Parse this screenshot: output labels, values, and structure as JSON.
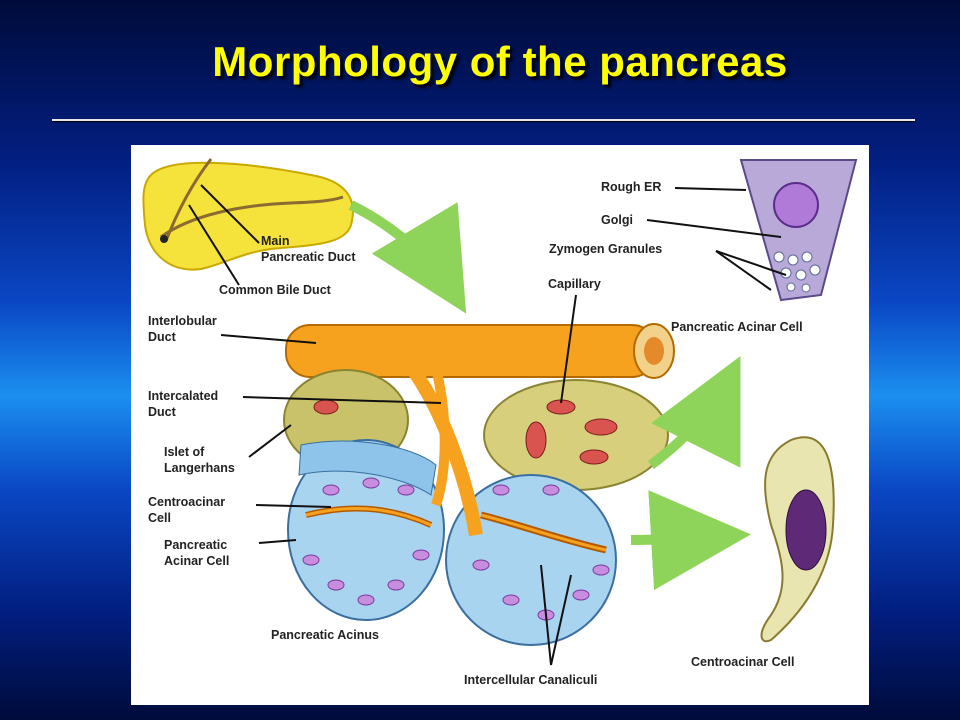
{
  "slide": {
    "title": "Morphology of the pancreas"
  },
  "diagram": {
    "labels": {
      "main_duct": [
        "Main",
        "Pancreatic Duct"
      ],
      "common_bile_duct": "Common Bile Duct",
      "interlobular_duct": [
        "Interlobular",
        "Duct"
      ],
      "intercalated_duct": [
        "Intercalated",
        "Duct"
      ],
      "islet": [
        "Islet of",
        "Langerhans"
      ],
      "centroacinar_left": [
        "Centroacinar",
        "Cell"
      ],
      "acinar_left": [
        "Pancreatic",
        "Acinar Cell"
      ],
      "acinus": "Pancreatic Acinus",
      "canaliculi": "Intercellular Canaliculi",
      "capillary": "Capillary",
      "rough_er": "Rough ER",
      "golgi": "Golgi",
      "zymogen": "Zymogen Granules",
      "acinar_right": "Pancreatic Acinar Cell",
      "centroacinar_right": "Centroacinar Cell"
    },
    "colors": {
      "pancreas": "#f5e23a",
      "duct": "#f7a21e",
      "acinar_cell": "#a9d4f0",
      "nucleus": "#c98de0",
      "islet": "#c9c26a",
      "capillary": "#d9534f",
      "arrow": "#8fd45a"
    }
  }
}
